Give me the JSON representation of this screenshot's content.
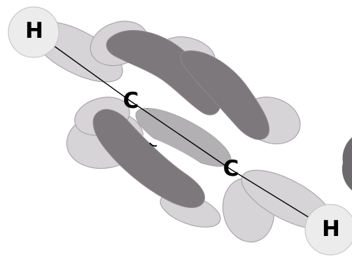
{
  "diagram": {
    "atoms": [
      {
        "symbol": "H"
      },
      {
        "symbol": "C"
      },
      {
        "symbol": "C"
      },
      {
        "symbol": "H"
      }
    ]
  },
  "colors": {
    "light_lobe": "#d6d4d6",
    "mid_lobe": "#b3b0b3",
    "dark_lobe": "#7d787c",
    "lobe_edge": "#a9a6a9",
    "h_sphere": "#ececec",
    "bond": "#000000"
  }
}
